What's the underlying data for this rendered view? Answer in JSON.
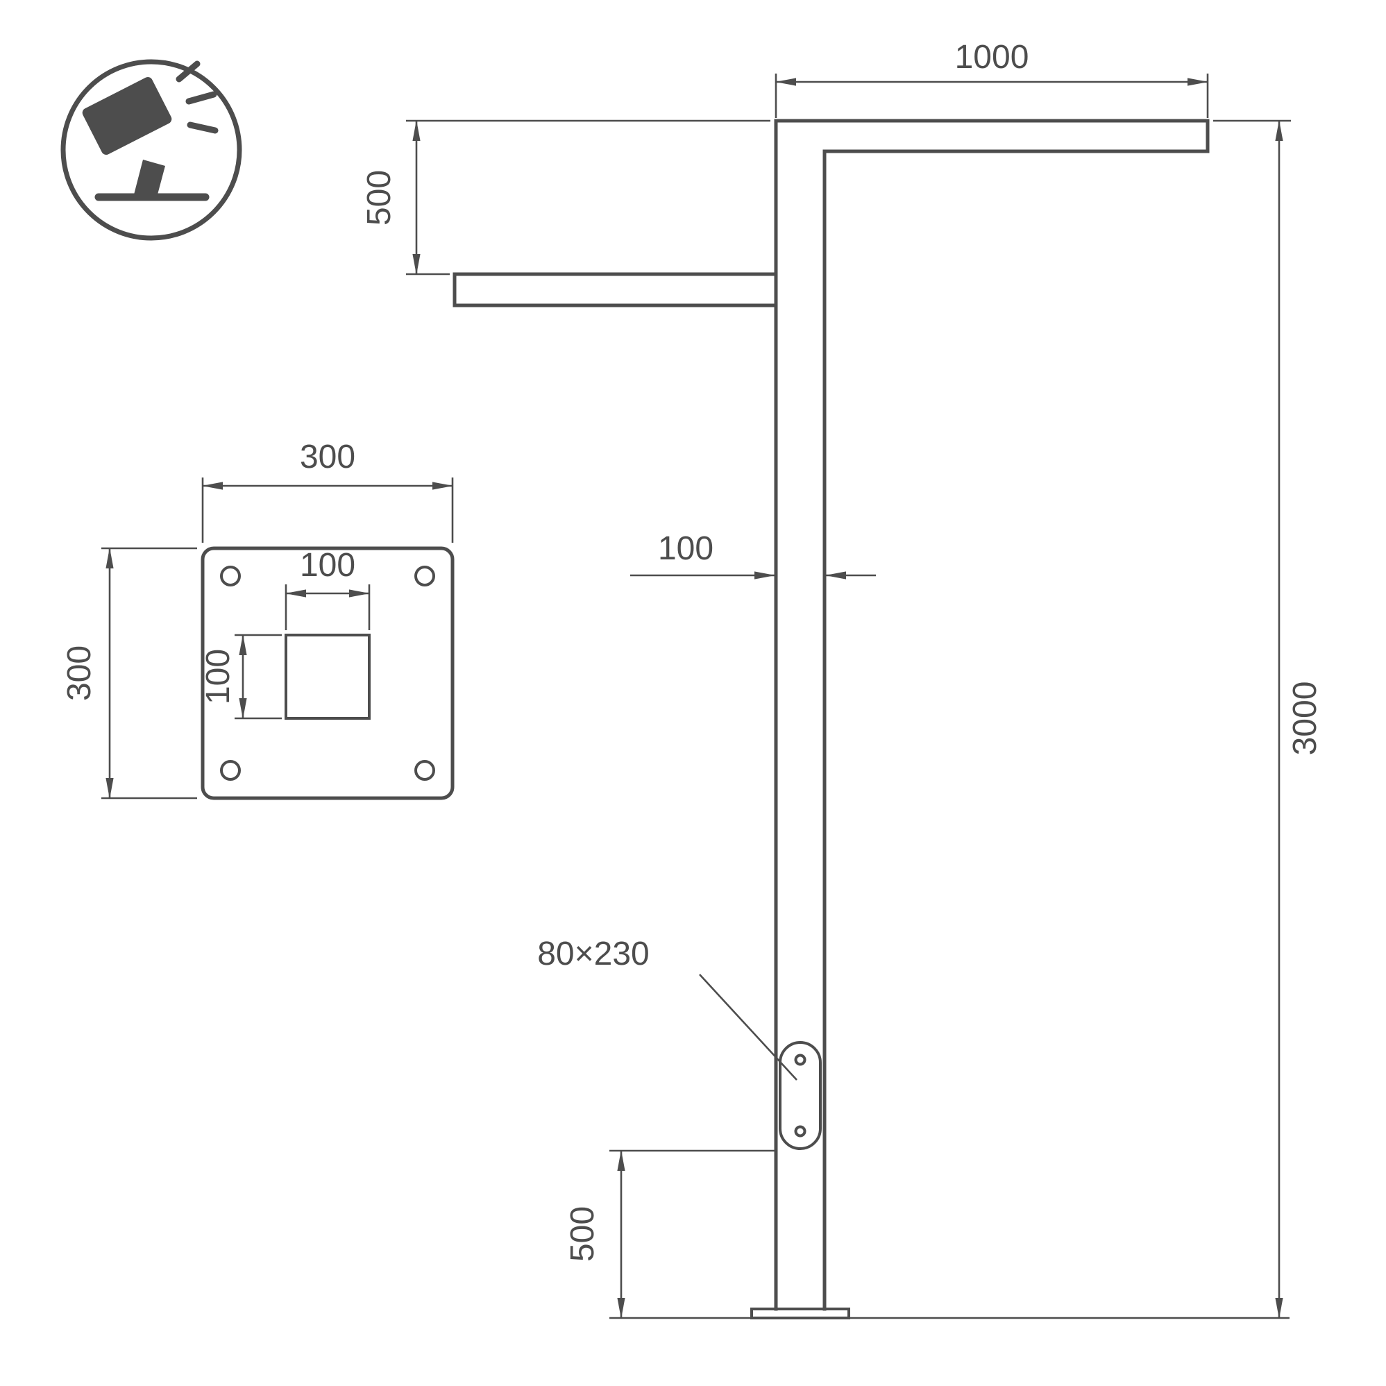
{
  "drawing": {
    "type": "technical-dimension-drawing",
    "subject": "street-light-pole-elevation-and-base-plate",
    "ink_color": "#4d4d4d",
    "background_color": "#ffffff",
    "elevation": {
      "arm_length_label": "1000",
      "arm_drop_label": "500",
      "pole_width_label": "100",
      "pole_height_label": "3000",
      "hatch_label": "80×230",
      "hatch_height_label": "500"
    },
    "base_plate": {
      "plate_width_label": "300",
      "plate_height_label": "300",
      "hole_width_label": "100",
      "hole_height_label": "100"
    },
    "badge": {
      "icon": "tilted-floodlight-icon"
    }
  }
}
